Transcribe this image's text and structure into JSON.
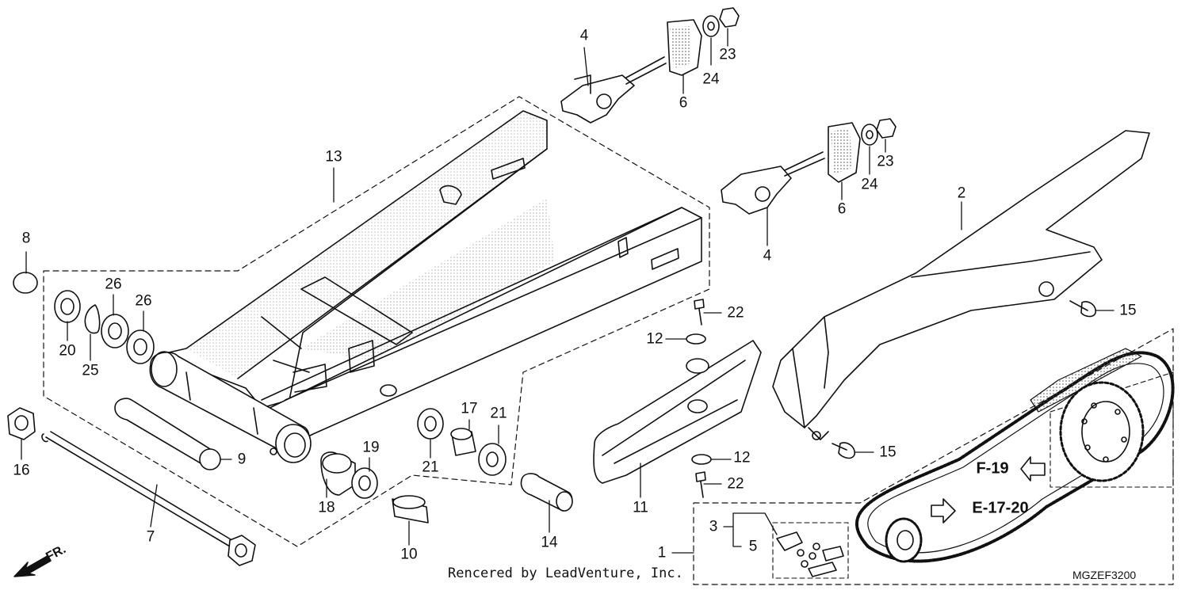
{
  "diagram": {
    "callouts": [
      {
        "id": "c4a",
        "label": "4"
      },
      {
        "id": "c24a",
        "label": "24"
      },
      {
        "id": "c23a",
        "label": "23"
      },
      {
        "id": "c6a",
        "label": "6"
      },
      {
        "id": "c13",
        "label": "13"
      },
      {
        "id": "c23b",
        "label": "23"
      },
      {
        "id": "c24b",
        "label": "24"
      },
      {
        "id": "c6b",
        "label": "6"
      },
      {
        "id": "c2",
        "label": "2"
      },
      {
        "id": "c4b",
        "label": "4"
      },
      {
        "id": "c8",
        "label": "8"
      },
      {
        "id": "c26a",
        "label": "26"
      },
      {
        "id": "c26b",
        "label": "26"
      },
      {
        "id": "c20",
        "label": "20"
      },
      {
        "id": "c25",
        "label": "25"
      },
      {
        "id": "c22a",
        "label": "22"
      },
      {
        "id": "c15a",
        "label": "15"
      },
      {
        "id": "c12a",
        "label": "12"
      },
      {
        "id": "c16",
        "label": "16"
      },
      {
        "id": "c17",
        "label": "17"
      },
      {
        "id": "c21a",
        "label": "21"
      },
      {
        "id": "c21b",
        "label": "21"
      },
      {
        "id": "c9",
        "label": "9"
      },
      {
        "id": "c19",
        "label": "19"
      },
      {
        "id": "c15b",
        "label": "15"
      },
      {
        "id": "c12b",
        "label": "12"
      },
      {
        "id": "c22b",
        "label": "22"
      },
      {
        "id": "c18",
        "label": "18"
      },
      {
        "id": "c11",
        "label": "11"
      },
      {
        "id": "c14",
        "label": "14"
      },
      {
        "id": "c3",
        "label": "3"
      },
      {
        "id": "c7",
        "label": "7"
      },
      {
        "id": "c5",
        "label": "5"
      },
      {
        "id": "c1",
        "label": "1"
      },
      {
        "id": "c10",
        "label": "10"
      }
    ],
    "refs": {
      "f19": "F-19",
      "e1720": "E-17-20"
    },
    "front_label": "FR.",
    "footer": "Rencered by LeadVenture, Inc.",
    "code": "MGZEF3200",
    "colors": {
      "line": "#111111",
      "fill": "#ffffff",
      "shade": "#bdbdbd"
    }
  }
}
